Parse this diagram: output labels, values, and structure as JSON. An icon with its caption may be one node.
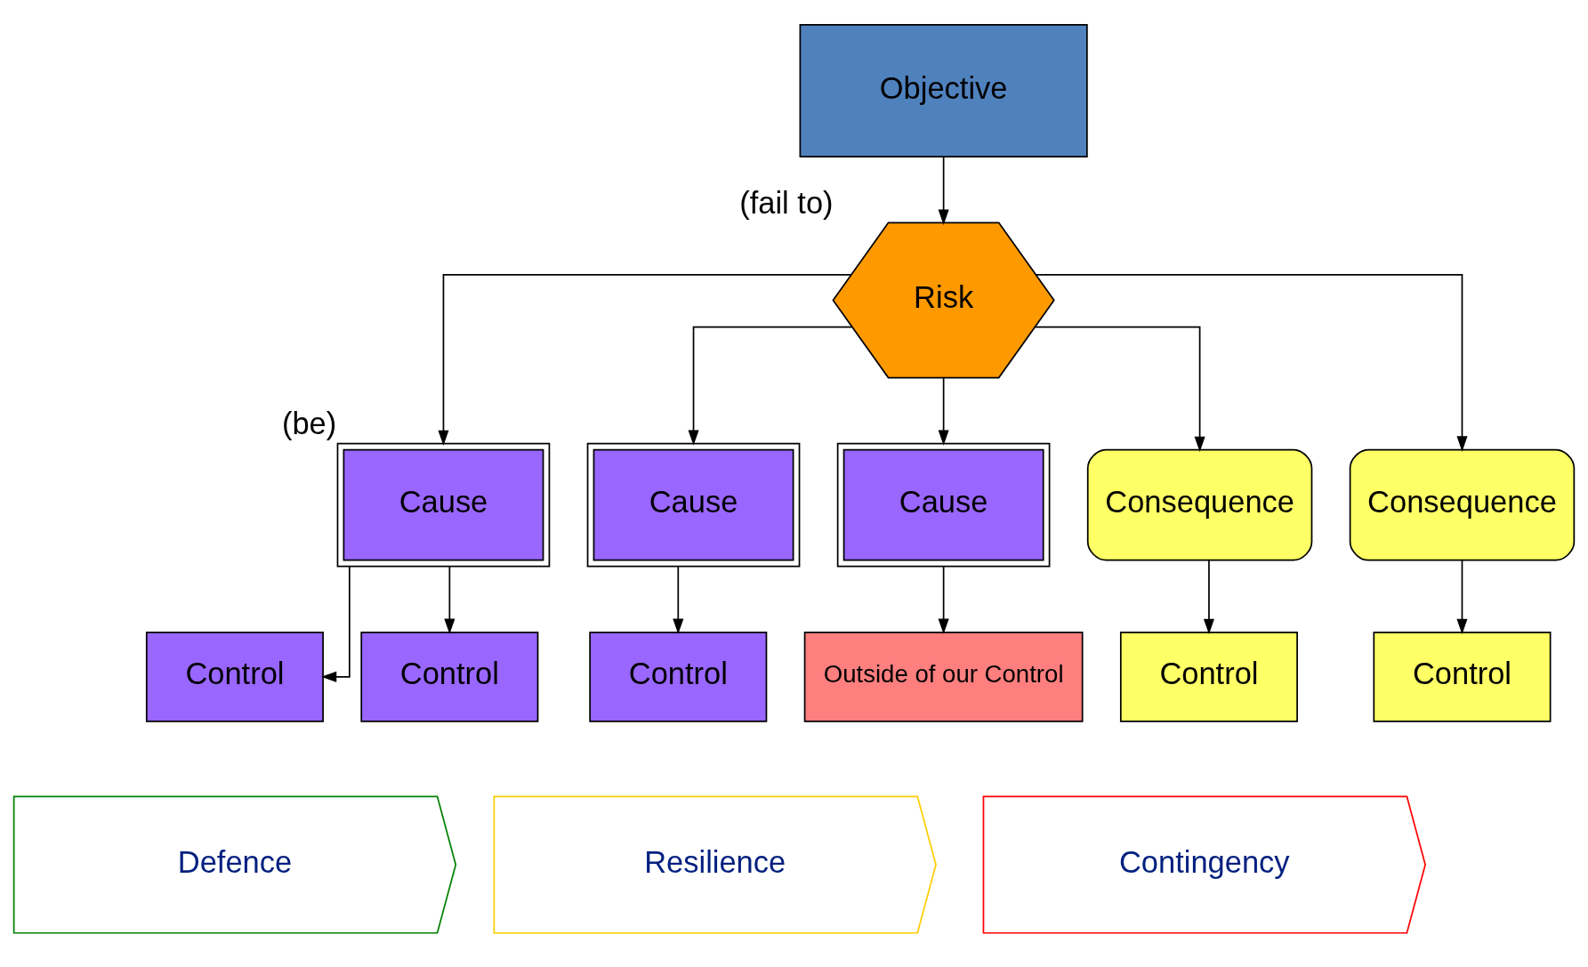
{
  "diagram": {
    "nodes": [
      {
        "text": [
          "Objective"
        ]
      },
      {
        "text": [
          "Risk"
        ],
        "beside": [
          "(fail to)"
        ]
      },
      {
        "text": [
          "Cause"
        ],
        "beside": [
          "(be)"
        ]
      },
      {
        "text": [
          "Cause"
        ]
      },
      {
        "text": [
          "Cause"
        ]
      },
      {
        "text": [
          "Consequence"
        ]
      },
      {
        "text": [
          "Consequence"
        ]
      },
      {
        "text": [
          "Control"
        ]
      },
      {
        "text": [
          "Control"
        ]
      },
      {
        "text": [
          "Control"
        ]
      },
      {
        "text": [
          "Outside of our Control"
        ]
      },
      {
        "text": [
          "Control"
        ]
      },
      {
        "text": [
          "Control"
        ]
      },
      {
        "text": [
          "Defence"
        ]
      },
      {
        "text": [
          "Resilience"
        ]
      },
      {
        "text": [
          "Contingency"
        ]
      }
    ],
    "edges": [
      {
        "from": 0,
        "to": 1,
        "arrow": "to"
      },
      {
        "from": 1,
        "to": 2,
        "arrow": "to"
      },
      {
        "from": 1,
        "to": 3,
        "arrow": "to"
      },
      {
        "from": 1,
        "to": 4,
        "arrow": "to"
      },
      {
        "from": 1,
        "to": 5,
        "arrow": "to"
      },
      {
        "from": 1,
        "to": 6,
        "arrow": "to"
      },
      {
        "from": 2,
        "to": 7,
        "arrow": "to"
      },
      {
        "from": 2,
        "to": 8,
        "arrow": "to"
      },
      {
        "from": 3,
        "to": 9,
        "arrow": "to"
      },
      {
        "from": 4,
        "to": 10,
        "arrow": "to"
      },
      {
        "from": 5,
        "to": 11,
        "arrow": "to"
      },
      {
        "from": 6,
        "to": 12,
        "arrow": "to"
      }
    ]
  }
}
